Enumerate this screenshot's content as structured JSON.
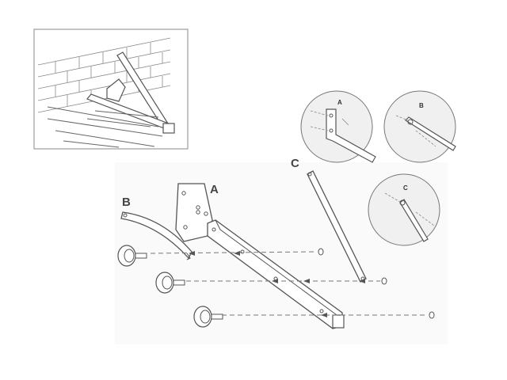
{
  "labels": {
    "part_a": "A",
    "part_b": "B",
    "part_c": "C",
    "detail_a": "A",
    "detail_b": "B",
    "detail_c": "C"
  },
  "colors": {
    "line": "#555555",
    "light_line": "#9a9a9a",
    "background": "#ffffff",
    "shade": "#f3f3f3"
  }
}
